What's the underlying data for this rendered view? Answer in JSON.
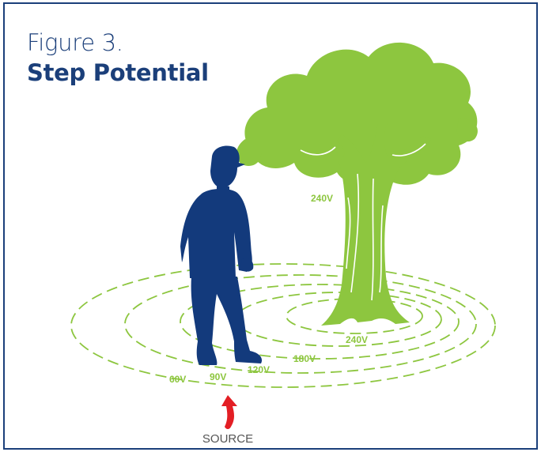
{
  "figure": {
    "label": "Figure 3.",
    "title": "Step Potential"
  },
  "voltages": {
    "tree": "240V",
    "inner_ring": "240V",
    "ring_180": "180V",
    "ring_120": "120V",
    "ring_90": "90V",
    "ring_60": "60V"
  },
  "source_label": "SOURCE",
  "colors": {
    "frame": "#1b3f7a",
    "title": "#1b3f7a",
    "person": "#133a7c",
    "tree": "#8dc63f",
    "rings": "#8dc63f",
    "arrow": "#e31e24",
    "source_text": "#555555"
  },
  "icons": [
    "person-silhouette-icon",
    "tree-icon",
    "up-arrow-icon"
  ]
}
